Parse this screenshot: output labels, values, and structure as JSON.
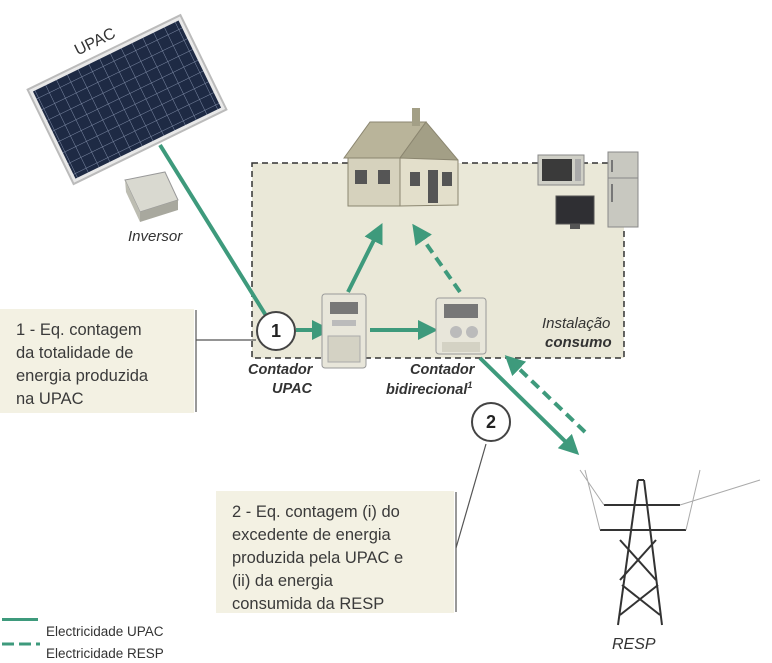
{
  "labels": {
    "upac": "UPAC",
    "inversor": "Inversor",
    "instalacao": "Instalação",
    "consumo": "consumo",
    "contador_upac_1": "Contador",
    "contador_upac_2": "UPAC",
    "contador_bidir_1": "Contador",
    "contador_bidir_2": "bidirecional",
    "contador_bidir_sup": "1",
    "resp": "RESP"
  },
  "markers": {
    "one": "1",
    "two": "2"
  },
  "note1": {
    "lines": [
      "1 - Eq. contagem",
      "da totalidade de",
      "energia produzida",
      "na UPAC"
    ]
  },
  "note2": {
    "lines": [
      "2 - Eq. contagem (i) do",
      "excedente de energia",
      "produzida pela UPAC e",
      "(ii) da energia",
      "consumida da RESP"
    ]
  },
  "legend": {
    "upac_label": "Electricidade UPAC",
    "resp_label": "Electricidade RESP"
  },
  "colors": {
    "flow": "#3e9a7c",
    "background_note": "#f3f1e3",
    "dashed_box": "#333333",
    "installation_fill": "#eae8d8"
  }
}
